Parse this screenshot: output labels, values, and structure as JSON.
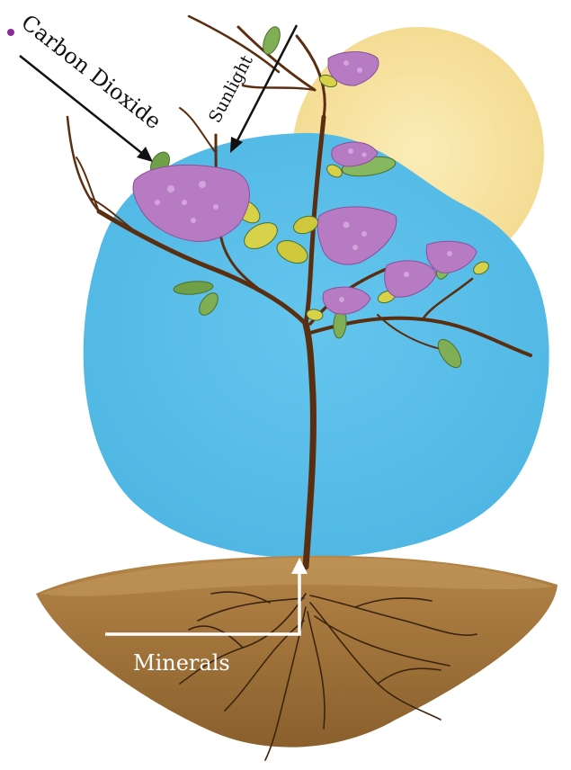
{
  "labels": {
    "carbon_dioxide": "Carbon Dioxide",
    "sunlight": "Sunlight",
    "minerals": "Minerals"
  },
  "colors": {
    "sun": "#f7e3a1",
    "sky": "#59c0ea",
    "soil": "#a87a3e",
    "soil_dark": "#7a5426",
    "trunk": "#5a2e10",
    "blossom": "#b77bc4",
    "leaf": "#7fae55",
    "leaf_yellow": "#d8d24a",
    "arrow_dark": "#111111",
    "arrow_light": "#ffffff",
    "accent_dot": "#8a2b9c"
  }
}
